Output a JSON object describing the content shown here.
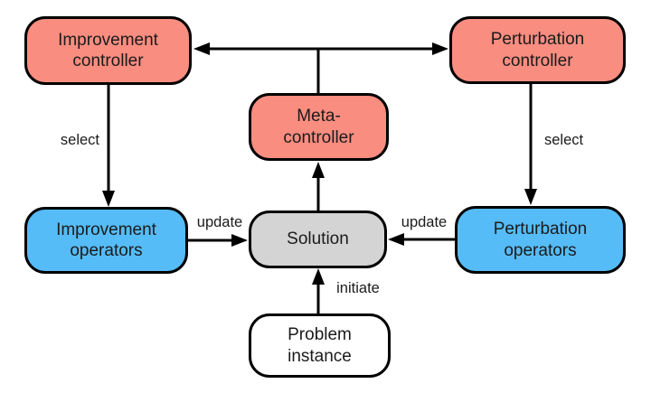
{
  "colors": {
    "controller_fill": "#F98D80",
    "operator_fill": "#55BCF7",
    "solution_fill": "#D4D4D4",
    "instance_fill": "#FFFFFF",
    "stroke": "#000000",
    "text": "#1B1B1B",
    "background": "#FFFFFF"
  },
  "nodes": {
    "improvement_controller": {
      "label": "Improvement\ncontroller",
      "fill": "#F98D80"
    },
    "perturbation_controller": {
      "label": "Perturbation\ncontroller",
      "fill": "#F98D80"
    },
    "meta_controller": {
      "label": "Meta-\ncontroller",
      "fill": "#F98D80"
    },
    "improvement_operators": {
      "label": "Improvement\noperators",
      "fill": "#55BCF7"
    },
    "solution": {
      "label": "Solution",
      "fill": "#D4D4D4"
    },
    "perturbation_operators": {
      "label": "Perturbation\noperators",
      "fill": "#55BCF7"
    },
    "problem_instance": {
      "label": "Problem\ninstance",
      "fill": "#FFFFFF"
    }
  },
  "edge_labels": {
    "select_left": "select",
    "select_right": "select",
    "update_left": "update",
    "update_right": "update",
    "initiate": "initiate"
  },
  "edges": [
    {
      "type": "double-arrow",
      "between": [
        "improvement_controller",
        "perturbation_controller"
      ],
      "label": ""
    },
    {
      "type": "connector-line",
      "from": "meta_controller",
      "to": "controllers-double-arrow",
      "label": ""
    },
    {
      "type": "arrow",
      "from": "improvement_controller",
      "to": "improvement_operators",
      "label": "select"
    },
    {
      "type": "arrow",
      "from": "perturbation_controller",
      "to": "perturbation_operators",
      "label": "select"
    },
    {
      "type": "arrow",
      "from": "improvement_operators",
      "to": "solution",
      "label": "update"
    },
    {
      "type": "arrow",
      "from": "perturbation_operators",
      "to": "solution",
      "label": "update"
    },
    {
      "type": "arrow",
      "from": "solution",
      "to": "meta_controller",
      "label": ""
    },
    {
      "type": "arrow",
      "from": "problem_instance",
      "to": "solution",
      "label": "initiate"
    }
  ]
}
